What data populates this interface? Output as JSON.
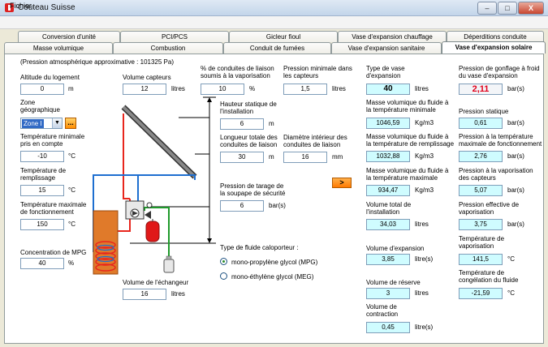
{
  "window": {
    "title": "Couteau Suisse",
    "icon": "swiss-knife-icon",
    "minimize": "–",
    "maximize": "□",
    "close": "X"
  },
  "menu": {
    "file": "Fichier"
  },
  "tabs": {
    "row1": [
      "Conversion d'unité",
      "PCI/PCS",
      "Gicleur fioul",
      "Vase d'expansion chauffage",
      "Déperditions conduite"
    ],
    "row2": [
      "Masse volumique",
      "Combustion",
      "Conduit de fumées",
      "Vase d'expansion sanitaire",
      "Vase d'expansion solaire"
    ],
    "active": "Vase d'expansion solaire"
  },
  "left": {
    "pressure_note": "(Pression atmosphérique approximative : 101325 Pa)",
    "altitude": {
      "label": "Altitude du logement",
      "value": "0",
      "unit": "m"
    },
    "zone": {
      "label1": "Zone",
      "label2": "géographique",
      "value": "Zone I",
      "button": "..."
    },
    "tmin": {
      "label1": "Température minimale",
      "label2": "pris en compte",
      "value": "-10",
      "unit": "°C"
    },
    "tfill": {
      "label1": "Température de",
      "label2": "remplissage",
      "value": "15",
      "unit": "°C"
    },
    "tmax": {
      "label1": "Température maximale",
      "label2": "de fonctionnement",
      "value": "150",
      "unit": "°C"
    },
    "mpg": {
      "label": "Concentration de MPG",
      "value": "40",
      "unit": "%"
    }
  },
  "middle": {
    "collector_volume": {
      "label": "Volume capteurs",
      "value": "12",
      "unit": "litres"
    },
    "pct_pipes": {
      "label1": "% de conduites de liaison",
      "label2": "soumis à la vaporisation",
      "value": "10",
      "unit": "%"
    },
    "min_pressure": {
      "label1": "Pression minimale dans",
      "label2": "les capteurs",
      "value": "1,5",
      "unit": "litres"
    },
    "static_height": {
      "label1": "Hauteur statique de",
      "label2": "l'installation",
      "value": "6",
      "unit": "m"
    },
    "pipe_length": {
      "label1": "Longueur totale des",
      "label2": "conduites de liaison",
      "value": "30",
      "unit": "m"
    },
    "pipe_diameter": {
      "label1": "Diamètre intérieur des",
      "label2": "conduites de liaison",
      "value": "16",
      "unit": "mm"
    },
    "valve_pressure": {
      "label1": "Pression de tarage de",
      "label2": "la soupape de sécurité",
      "value": "6",
      "unit": "bar(s)"
    },
    "go_button": ">",
    "fluid_type": {
      "label": "Type de fluide caloporteur :",
      "options": [
        "mono-propylène glycol (MPG)",
        "mono-éthylène glycol (MEG)"
      ],
      "selected": 0
    },
    "exchanger_volume": {
      "label": "Volume de l'échangeur",
      "value": "16",
      "unit": "litres"
    }
  },
  "results_col1": {
    "vessel_type": {
      "label1": "Type de vase",
      "label2": "d'expansion",
      "value": "40",
      "unit": "litres"
    },
    "density_min": {
      "label1": "Masse volumique du fluide à",
      "label2": "la température minimale",
      "value": "1046,59",
      "unit": "Kg/m3"
    },
    "density_fill": {
      "label1": "Masse volumique du fluide à",
      "label2": "la température de remplissage",
      "value": "1032,88",
      "unit": "Kg/m3"
    },
    "density_max": {
      "label1": "Masse volumique du fluide à",
      "label2": "la température maximale",
      "value": "934,47",
      "unit": "Kg/m3"
    },
    "total_volume": {
      "label1": "Volume total de",
      "label2": "l'installation",
      "value": "34,03",
      "unit": "litres"
    },
    "expansion_volume": {
      "label": "Volume d'expansion",
      "value": "3,85",
      "unit": "litre(s)"
    },
    "reserve_volume": {
      "label": "Volume de réserve",
      "value": "3",
      "unit": "litres"
    },
    "contraction_volume": {
      "label1": "Volume de",
      "label2": "contraction",
      "value": "0,45",
      "unit": "litre(s)"
    }
  },
  "results_col2": {
    "cold_pressure": {
      "label1": "Pression de gonflage à froid",
      "label2": "du vase d'expansion",
      "value": "2,11",
      "unit": "bar(s)"
    },
    "static_pressure": {
      "label": "Pression statique",
      "value": "0,61",
      "unit": "bar(s)"
    },
    "max_temp_pressure": {
      "label1": "Pression à la température",
      "label2": "maximale de fonctionnement",
      "value": "2,76",
      "unit": "bar(s)"
    },
    "vapor_pressure": {
      "label1": "Pression à la vaporisation",
      "label2": "des capteurs",
      "value": "5,07",
      "unit": "bar(s)"
    },
    "effective_pressure": {
      "label1": "Pression effective de",
      "label2": "vaporisation",
      "value": "3,75",
      "unit": "bar(s)"
    },
    "vapor_temp": {
      "label1": "Température de",
      "label2": "vaporisation",
      "value": "141,5",
      "unit": "°C"
    },
    "freeze_temp": {
      "label1": "Température de",
      "label2": "congélation du fluide",
      "value": "-21,59",
      "unit": "°C"
    }
  },
  "colors": {
    "accent_red": "#e0001b",
    "calc_bg": "#cffcff",
    "pipe_red": "#e8261d",
    "pipe_blue": "#1e6fd0",
    "pipe_green": "#1f9a2b",
    "tank": "#e07a2a"
  }
}
